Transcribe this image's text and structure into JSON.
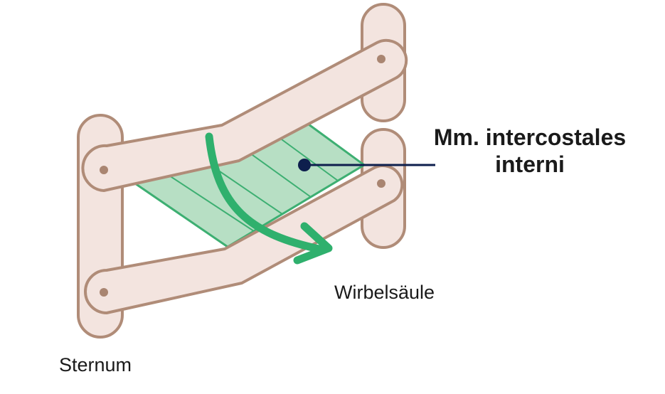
{
  "labels": {
    "muscle_line1": "Mm. intercostales",
    "muscle_line2": "interni",
    "spine": "Wirbelsäule",
    "sternum": "Sternum"
  },
  "colors": {
    "bone_fill": "#f3e4df",
    "bone_stroke": "#b08c78",
    "pin": "#a98571",
    "muscle_fill": "#b7dfc4",
    "muscle_stroke": "#3daf72",
    "arrow": "#2fb06d",
    "pointer": "#0e1f4d"
  }
}
